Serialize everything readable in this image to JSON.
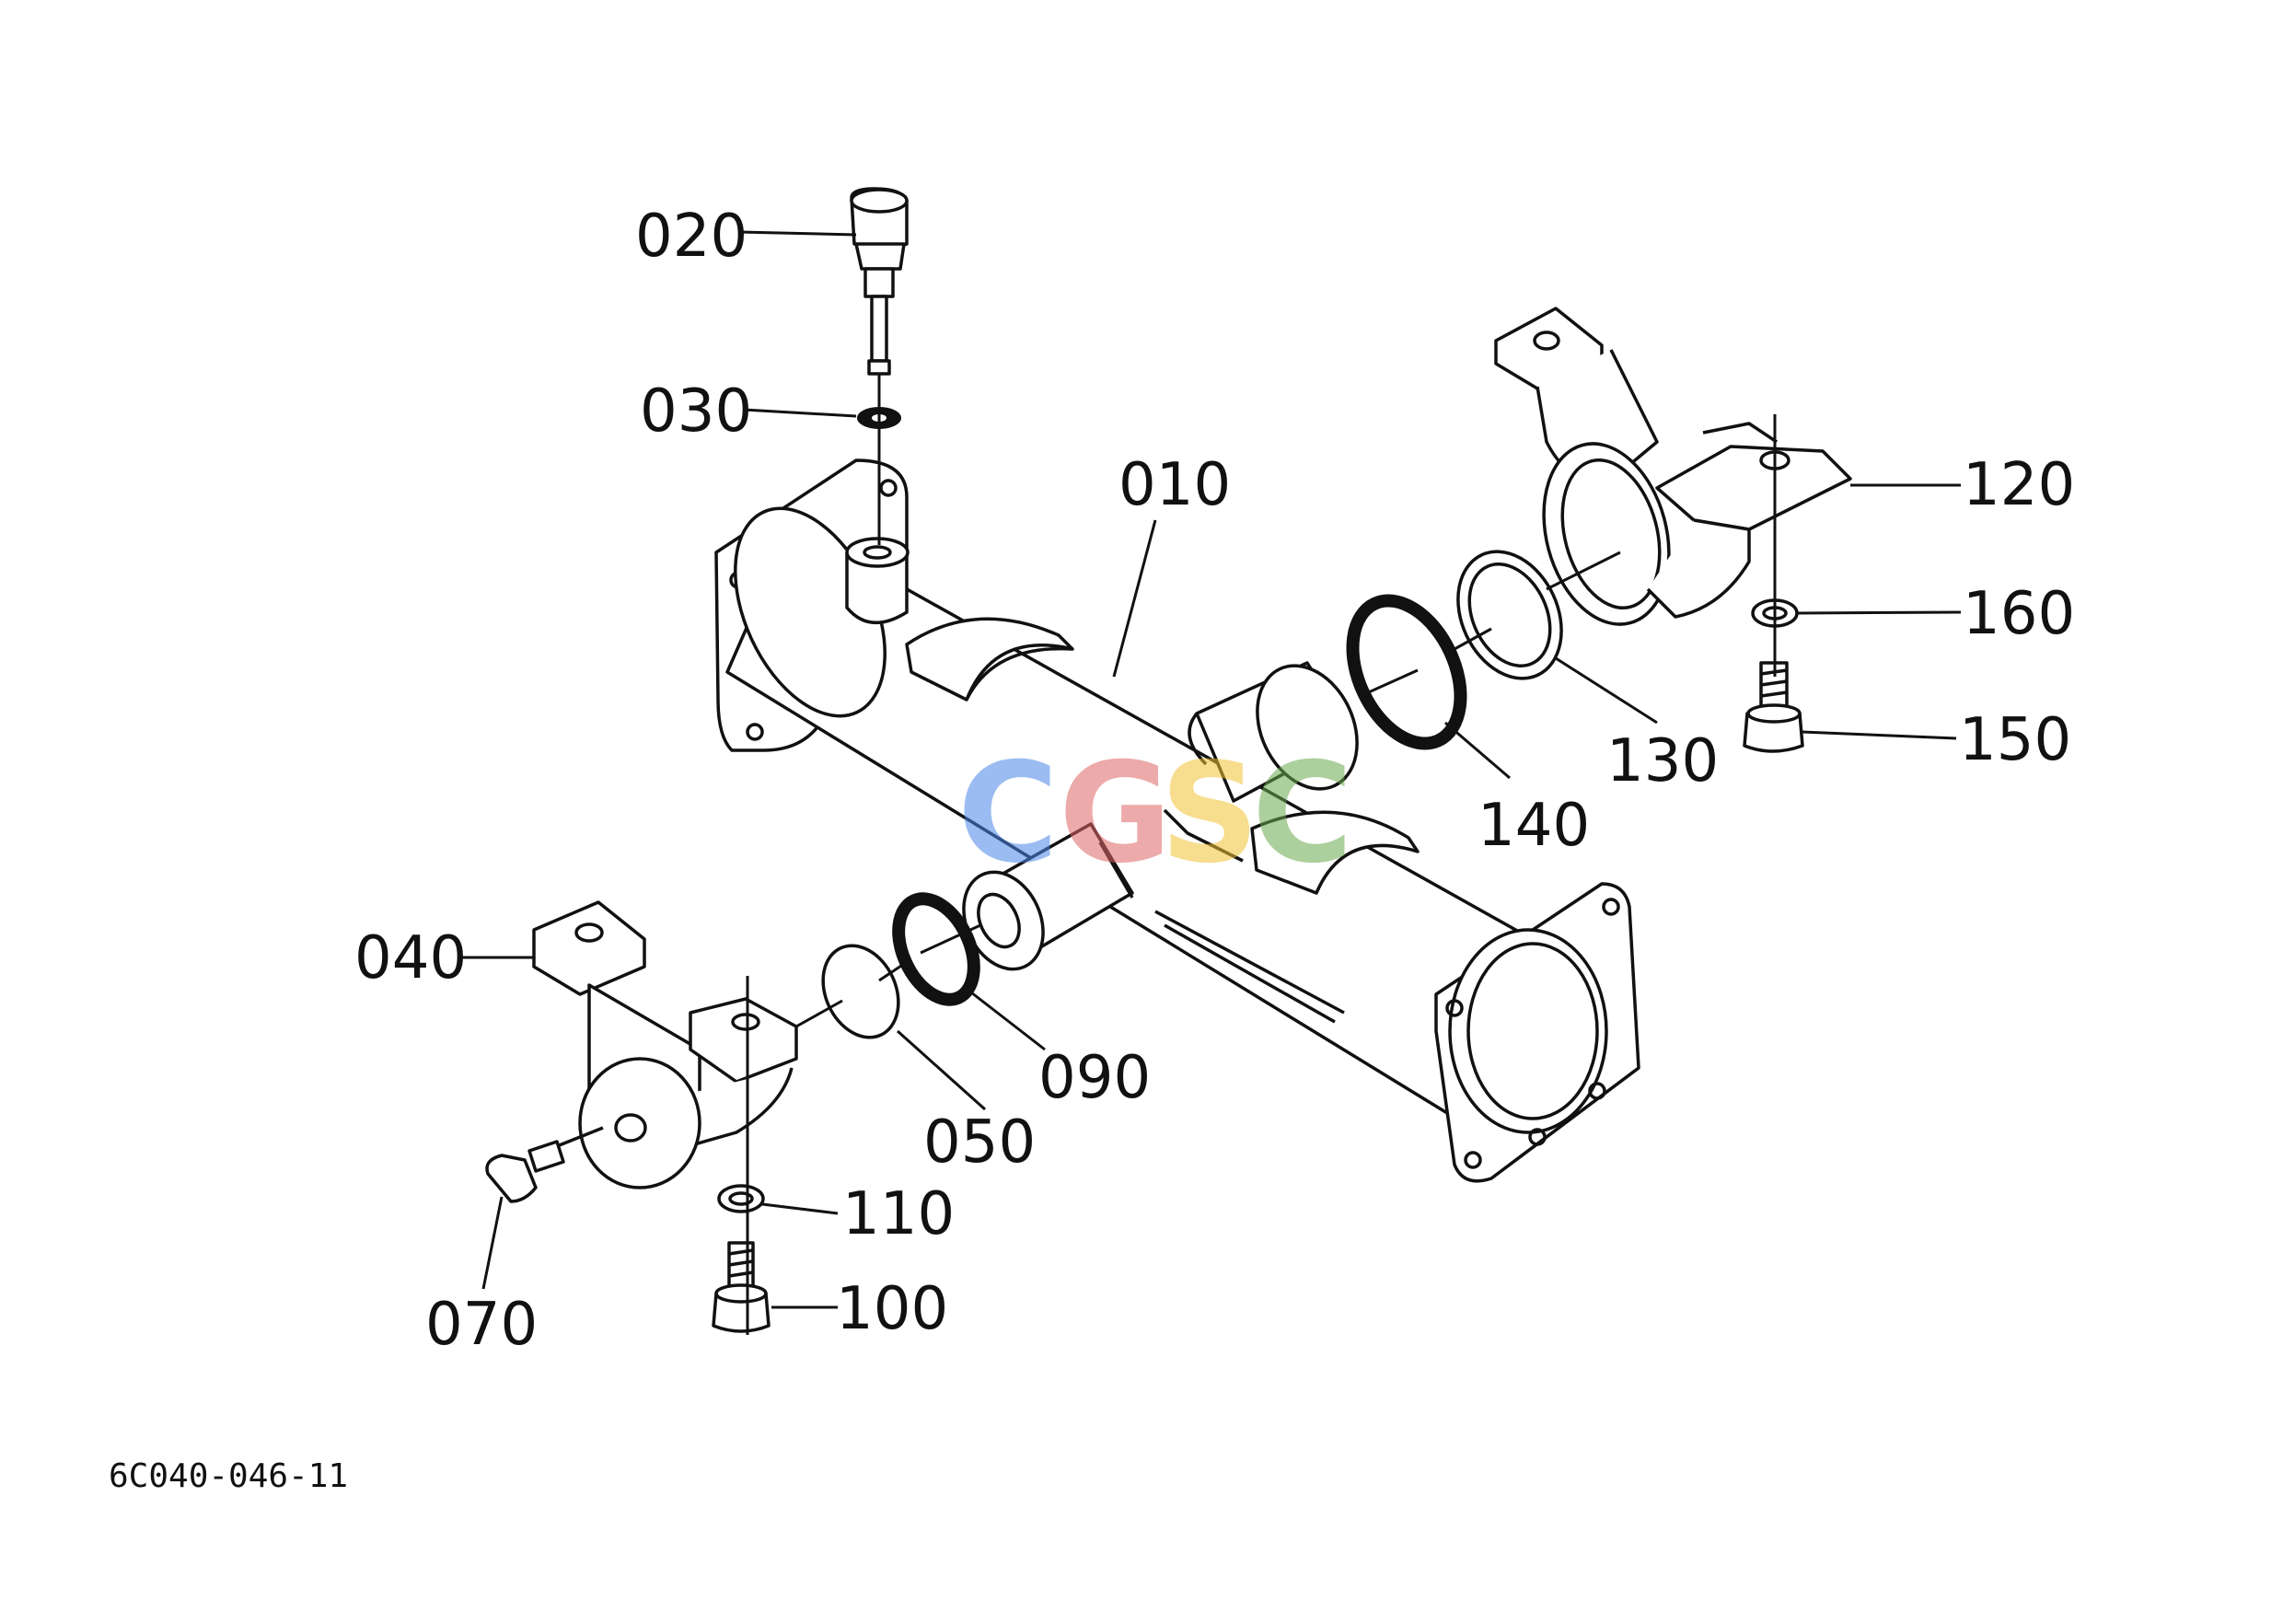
{
  "diagram": {
    "drawing_code": "6C040-046-11",
    "watermark": {
      "letters": [
        "C",
        "G",
        "S",
        "C"
      ],
      "colors": [
        "#4A86E8",
        "#E06666",
        "#F1C232",
        "#6AA84F"
      ]
    },
    "parts": [
      {
        "id": "010",
        "label": "010"
      },
      {
        "id": "020",
        "label": "020"
      },
      {
        "id": "030",
        "label": "030"
      },
      {
        "id": "040",
        "label": "040"
      },
      {
        "id": "050",
        "label": "050"
      },
      {
        "id": "070",
        "label": "070"
      },
      {
        "id": "090",
        "label": "090"
      },
      {
        "id": "100",
        "label": "100"
      },
      {
        "id": "110",
        "label": "110"
      },
      {
        "id": "120",
        "label": "120"
      },
      {
        "id": "130",
        "label": "130"
      },
      {
        "id": "140",
        "label": "140"
      },
      {
        "id": "150",
        "label": "150"
      },
      {
        "id": "160",
        "label": "160"
      }
    ]
  }
}
